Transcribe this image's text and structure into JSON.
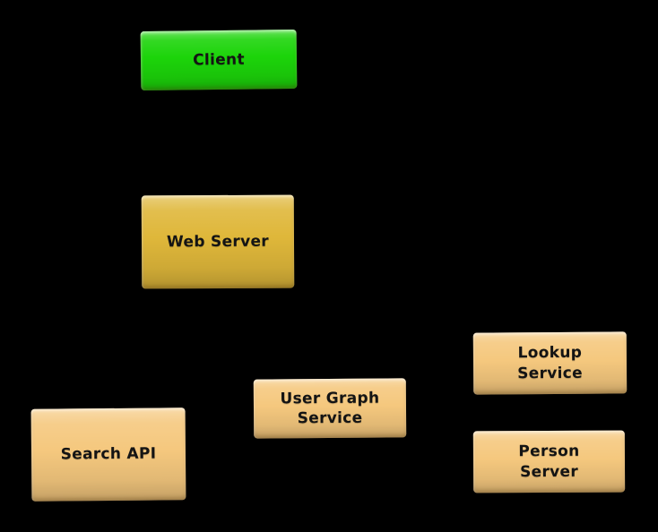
{
  "canvas": {
    "background": "#000000",
    "text_color": "#141414"
  },
  "diagram": {
    "description": "service-architecture-diagram",
    "colors": {
      "client_green": "#1cd40a",
      "web_server_gold": "#dfb73a",
      "service_tan": "#f5c87e"
    },
    "nodes": [
      {
        "id": "client",
        "lines": [
          "Client"
        ],
        "fill": "#1cd40a"
      },
      {
        "id": "web-server",
        "lines": [
          "Web Server"
        ],
        "fill": "#dfb73a"
      },
      {
        "id": "search-api",
        "lines": [
          "Search API"
        ],
        "fill": "#f5c87e"
      },
      {
        "id": "user-graph-service",
        "lines": [
          "User Graph",
          "Service"
        ],
        "fill": "#f5c87e"
      },
      {
        "id": "lookup-service",
        "lines": [
          "Lookup",
          "Service"
        ],
        "fill": "#f5c87e"
      },
      {
        "id": "person-server",
        "lines": [
          "Person",
          "Server"
        ],
        "fill": "#f5c87e"
      }
    ]
  }
}
